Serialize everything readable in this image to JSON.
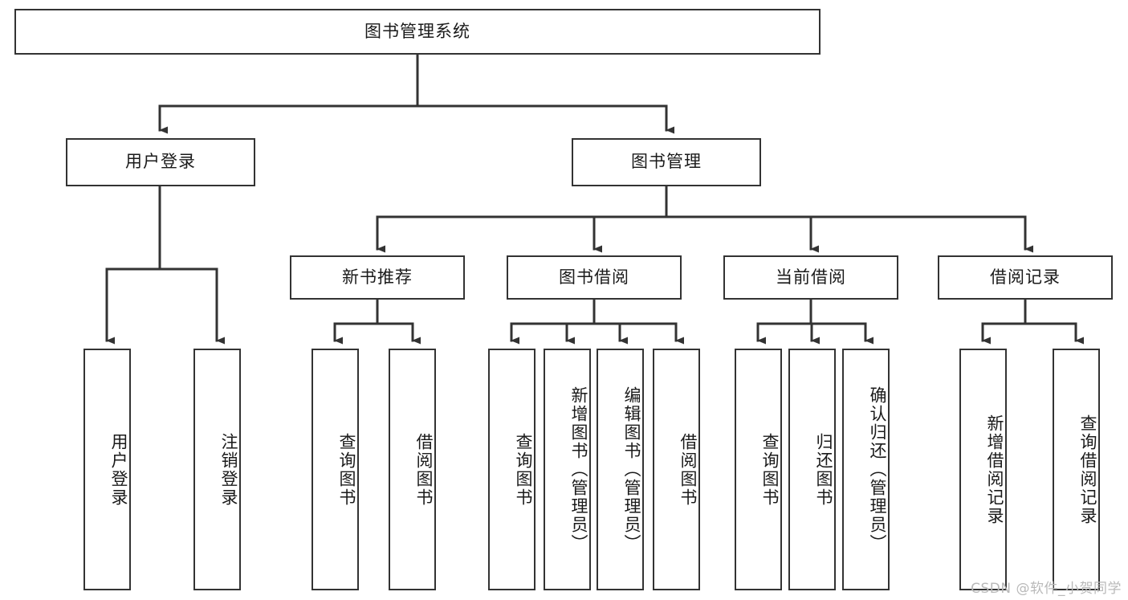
{
  "diagram": {
    "type": "tree",
    "title": "图书管理系统",
    "colors": {
      "node_border": "#333333",
      "node_fill": "#ffffff",
      "edge": "#333333",
      "background": "#ffffff",
      "watermark": "#b9b9b9"
    },
    "root": {
      "id": "root",
      "label": "图书管理系统"
    },
    "level2": [
      {
        "id": "user-login",
        "label": "用户登录"
      },
      {
        "id": "book-manage",
        "label": "图书管理"
      }
    ],
    "level3": [
      {
        "id": "new-book-rec",
        "label": "新书推荐",
        "parent": "book-manage"
      },
      {
        "id": "book-borrow",
        "label": "图书借阅",
        "parent": "book-manage"
      },
      {
        "id": "current-borrow",
        "label": "当前借阅",
        "parent": "book-manage"
      },
      {
        "id": "borrow-record",
        "label": "借阅记录",
        "parent": "book-manage"
      }
    ],
    "leaves": [
      {
        "id": "leaf-user-login",
        "label": "用户登录",
        "parent": "user-login"
      },
      {
        "id": "leaf-logout",
        "label": "注销登录",
        "parent": "user-login"
      },
      {
        "id": "leaf-query-book-1",
        "label": "查询图书",
        "parent": "new-book-rec"
      },
      {
        "id": "leaf-borrow-book-1",
        "label": "借阅图书",
        "parent": "new-book-rec"
      },
      {
        "id": "leaf-query-book-2",
        "label": "查询图书",
        "parent": "book-borrow"
      },
      {
        "id": "leaf-add-book",
        "label": "新增图书（管理员）",
        "parent": "book-borrow"
      },
      {
        "id": "leaf-edit-book",
        "label": "编辑图书（管理员）",
        "parent": "book-borrow"
      },
      {
        "id": "leaf-borrow-book-2",
        "label": "借阅图书",
        "parent": "book-borrow"
      },
      {
        "id": "leaf-query-book-3",
        "label": "查询图书",
        "parent": "current-borrow"
      },
      {
        "id": "leaf-return-book",
        "label": "归还图书",
        "parent": "current-borrow"
      },
      {
        "id": "leaf-confirm-return",
        "label": "确认归还（管理员）",
        "parent": "current-borrow"
      },
      {
        "id": "leaf-add-record",
        "label": "新增借阅记录",
        "parent": "borrow-record"
      },
      {
        "id": "leaf-query-record",
        "label": "查询借阅记录",
        "parent": "borrow-record"
      }
    ]
  },
  "watermark": {
    "text": "CSDN @软件_小贺同学"
  }
}
